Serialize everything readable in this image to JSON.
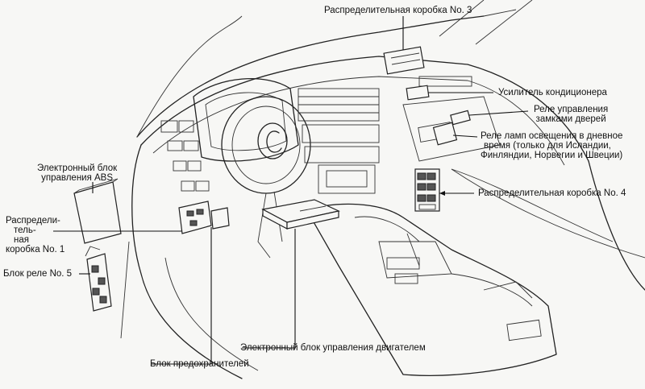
{
  "callouts": {
    "jb3": "Распределительная коробка No. 3",
    "ac_amp": "Усилитель кондиционера",
    "door_lock_relay": [
      "Реле управления",
      "замками дверей"
    ],
    "drl_relay": [
      "Реле ламп освещения в дневное",
      "время (только для Исландии,",
      "Финляндии, Норвегии и Швеции)"
    ],
    "jb4": "Распределительная коробка No. 4",
    "abs_ecu": [
      "Электронный блок",
      "управления ABS"
    ],
    "jb1": [
      "Распредели-",
      "тель-",
      "ная",
      "коробка No. 1"
    ],
    "relay_block5": "Блок реле No. 5",
    "engine_ecu": "Электронный блок управления двигателем",
    "fuse_block": "Блок предохранителей"
  }
}
